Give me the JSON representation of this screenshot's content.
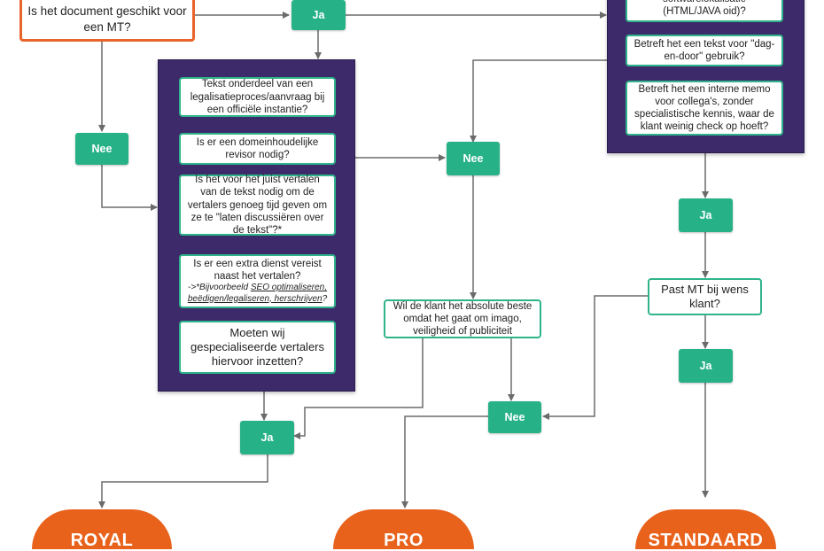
{
  "start": {
    "question": "Is het document geschikt voor een MT?"
  },
  "labels": {
    "ja": "Ja",
    "nee": "Nee"
  },
  "left_panel": {
    "q1": "Tekst onderdeel van een legalisatieproces/aanvraag bij een officiële instantie?",
    "q2": "Is er een domeinhoudelijke revisor nodig?",
    "q3": "Is het voor het juist vertalen van de tekst nodig om de vertalers genoeg tijd geven om ze te \"laten discussiëren over de tekst\"?*",
    "q4": "Is er een extra dienst vereist naast het vertalen?",
    "q4_note_prefix": "->*Bijvoorbeeld ",
    "q4_note_link": "SEO optimaliseren, beëdigen/legaliseren, herschrijven",
    "q4_note_suffix": "?",
    "q5": "Moeten wij gespecialiseerde vertalers hiervoor inzetten?"
  },
  "right_panel": {
    "q1": "Betreft het vertalen van softwarelokalisatie (HTML/JAVA oid)?",
    "q2": "Betreft het een tekst voor \"dag-en-door\" gebruik?",
    "q3": "Betreft het een interne memo voor collega's, zonder specialistische kennis, waar de klant weinig check op hoeft?"
  },
  "middle_question": "Wil de klant het absolute beste omdat het gaat om imago, veiligheid of  publiciteit",
  "right_question": "Past MT bij wens klant?",
  "outcomes": {
    "royal": "ROYAL",
    "pro": "PRO",
    "standaard": "STANDAARD"
  },
  "colors": {
    "green": "#27b187",
    "purple": "#3d2a6a",
    "orange": "#e8621c",
    "arrow": "#707070"
  }
}
